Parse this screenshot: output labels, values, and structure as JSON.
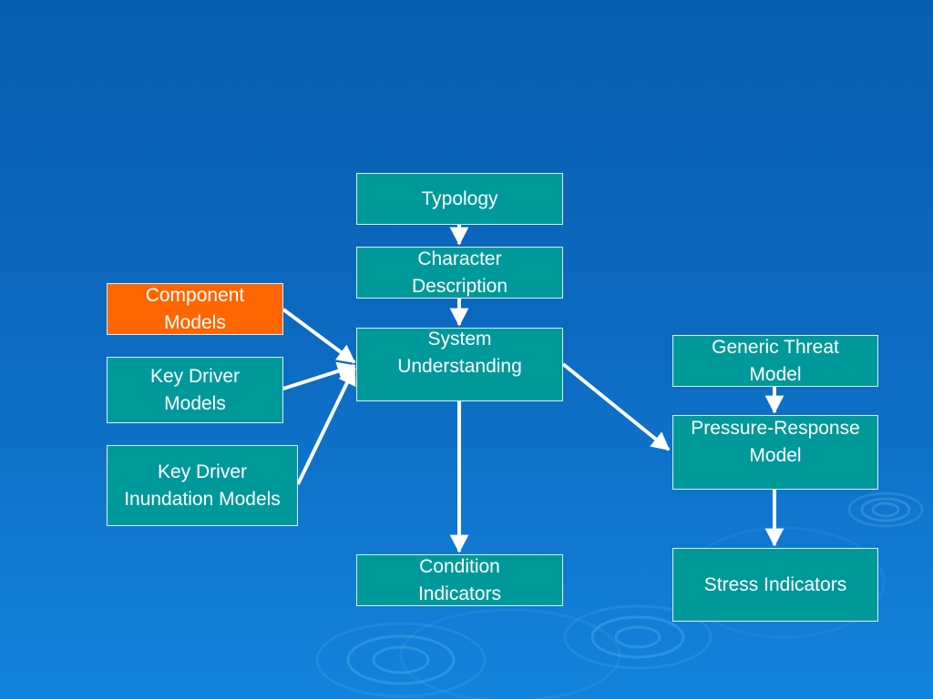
{
  "colors": {
    "background": "#0c68bf",
    "box_fill": "#00999a",
    "highlight_fill": "#ff6600",
    "box_border": "#d8eef0",
    "arrow": "#ffffff",
    "text": "#ffffff"
  },
  "diagram": {
    "nodes": {
      "typology": "Typology",
      "character_description": "Character\nDescription",
      "component_models": "Component\nModels",
      "key_driver_models": "Key Driver\nModels",
      "key_driver_inundation_models": "Key Driver\nInundation Models",
      "system_understanding": "System\nUnderstanding",
      "condition_indicators": "Condition\nIndicators",
      "generic_threat_model": "Generic Threat\nModel",
      "pressure_response_model": "Pressure-Response\nModel",
      "stress_indicators": "Stress Indicators"
    },
    "edges": [
      {
        "from": "typology",
        "to": "character_description"
      },
      {
        "from": "character_description",
        "to": "system_understanding"
      },
      {
        "from": "component_models",
        "to": "system_understanding"
      },
      {
        "from": "key_driver_models",
        "to": "system_understanding"
      },
      {
        "from": "key_driver_inundation_models",
        "to": "system_understanding"
      },
      {
        "from": "system_understanding",
        "to": "condition_indicators"
      },
      {
        "from": "system_understanding",
        "to": "pressure_response_model"
      },
      {
        "from": "generic_threat_model",
        "to": "pressure_response_model"
      },
      {
        "from": "pressure_response_model",
        "to": "stress_indicators"
      }
    ]
  }
}
